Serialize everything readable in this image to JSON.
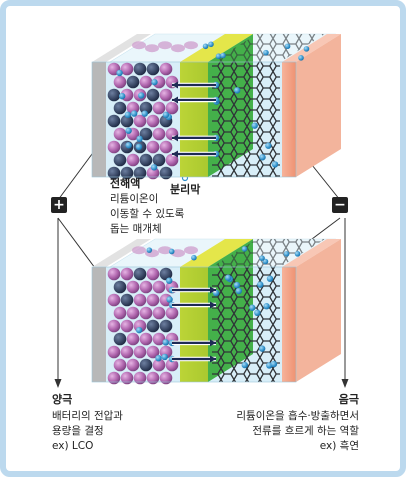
{
  "colors": {
    "frame": "#bcd9ee",
    "cathode_collector": "#b8b8b8",
    "cathode_particle": "#b06ab0",
    "cathode_particle_dark": "#3a4b6b",
    "electrolyte": "#d9eef7",
    "separator_front": "#bcd437",
    "separator_top": "#e4e64a",
    "separator_side": "#44b04a",
    "anode_collector": "#f4a58a",
    "lithium_ion": "#2e8fc9",
    "arrow": "#1e2b55"
  },
  "icons": [
    "plus-sign-icon",
    "minus-sign-icon"
  ],
  "labels": {
    "electrolyte_title": "전해액",
    "electrolyte_desc": [
      "리튬이온이",
      "이동할 수 있도록",
      "돕는 매개체"
    ],
    "separator": "분리막",
    "cathode_title": "양극",
    "cathode_desc": [
      "배터리의 전압과",
      "용량을 결정",
      "ex) LCO"
    ],
    "anode_title": "음극",
    "anode_desc": [
      "리튬이온을 흡수·방출하면서",
      "전류를 흐르게 하는 역할",
      "ex) 흑연"
    ]
  },
  "signs": {
    "plus": "+",
    "minus": "−"
  }
}
